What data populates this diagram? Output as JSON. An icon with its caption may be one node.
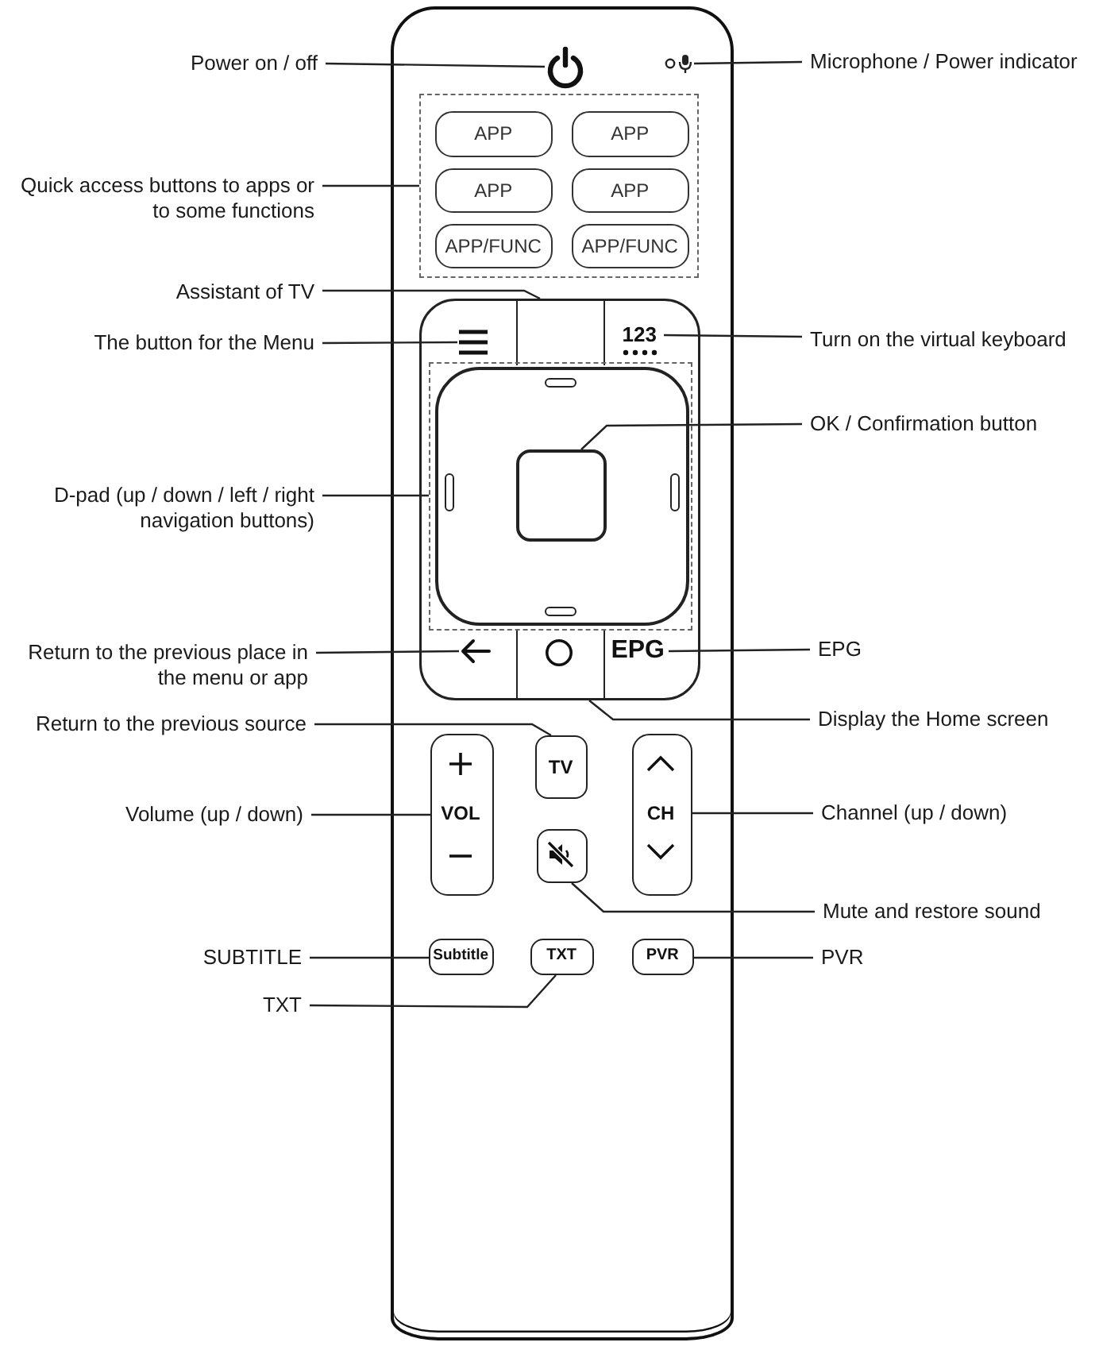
{
  "diagram": {
    "nodes": [
      {
        "text": [],
        "shape": "box"
      },
      {
        "text": [
          "Power on / off"
        ]
      },
      {
        "text": [],
        "shape": "picture",
        "in": 0
      },
      {
        "text": [],
        "shape": "picture",
        "in": 0
      },
      {
        "text": [
          "Microphone / Power indicator"
        ]
      },
      {
        "text": [
          "Quick access buttons to apps or to some functions"
        ]
      },
      {
        "text": [],
        "shape": "box",
        "in": 0
      },
      {
        "text": [
          "APP"
        ],
        "in": 6
      },
      {
        "text": [
          "APP"
        ],
        "in": 6
      },
      {
        "text": [
          "APP"
        ],
        "in": 6
      },
      {
        "text": [
          "APP"
        ],
        "in": 6
      },
      {
        "text": [
          "APP/FUNC"
        ],
        "in": 6
      },
      {
        "text": [
          "APP/FUNC"
        ],
        "in": 6
      },
      {
        "text": [
          "Assistant of TV"
        ]
      },
      {
        "text": [
          "The button for the Menu"
        ]
      },
      {
        "text": [],
        "shape": "picture",
        "in": 0
      },
      {
        "text": [],
        "shape": "box",
        "in": 0
      },
      {
        "text": [
          "123"
        ],
        "in": 0
      },
      {
        "text": [
          "Turn on the virtual keyboard"
        ]
      },
      {
        "text": [
          "OK / Confirmation button"
        ]
      },
      {
        "text": [
          "D-pad (up / down / left / right navigation buttons)"
        ]
      },
      {
        "text": [],
        "shape": "box",
        "in": 0
      },
      {
        "text": [],
        "shape": "box",
        "in": 21
      },
      {
        "text": [],
        "shape": "box",
        "in": 22
      },
      {
        "text": [
          "Return to the previous place in the menu or app"
        ]
      },
      {
        "text": [],
        "shape": "picture",
        "in": 0
      },
      {
        "text": [],
        "shape": "box",
        "in": 0
      },
      {
        "text": [
          "EPG"
        ],
        "in": 0
      },
      {
        "text": [
          "EPG"
        ]
      },
      {
        "text": [
          "Display the Home screen"
        ]
      },
      {
        "text": [
          "Return to the previous source"
        ]
      },
      {
        "text": [
          "TV"
        ],
        "in": 0
      },
      {
        "text": [
          "Volume (up / down)"
        ]
      },
      {
        "text": [
          "VOL"
        ],
        "in": 0
      },
      {
        "text": [
          "CH"
        ],
        "in": 0
      },
      {
        "text": [
          "Channel (up / down)"
        ]
      },
      {
        "text": [],
        "shape": "box",
        "in": 0
      },
      {
        "text": [
          "Mute and restore sound"
        ]
      },
      {
        "text": [
          "SUBTITLE"
        ]
      },
      {
        "text": [
          "Subtitle"
        ],
        "in": 0
      },
      {
        "text": [
          "TXT"
        ],
        "in": 0
      },
      {
        "text": [
          "PVR"
        ],
        "in": 0
      },
      {
        "text": [
          "PVR"
        ]
      },
      {
        "text": [
          "TXT"
        ]
      }
    ],
    "edges": [
      {
        "from": 1,
        "to": 2,
        "arrow": "none"
      },
      {
        "from": 4,
        "to": 3,
        "arrow": "none"
      },
      {
        "from": 5,
        "to": 6,
        "arrow": "none"
      },
      {
        "from": 13,
        "to": 16,
        "arrow": "none"
      },
      {
        "from": 14,
        "to": 15,
        "arrow": "none"
      },
      {
        "from": 18,
        "to": 17,
        "arrow": "none"
      },
      {
        "from": 19,
        "to": 23,
        "arrow": "none"
      },
      {
        "from": 20,
        "to": 21,
        "arrow": "none"
      },
      {
        "from": 24,
        "to": 25,
        "arrow": "none"
      },
      {
        "from": 28,
        "to": 27,
        "arrow": "none"
      },
      {
        "from": 29,
        "to": 26,
        "arrow": "none"
      },
      {
        "from": 30,
        "to": 31,
        "arrow": "none"
      },
      {
        "from": 32,
        "to": 33,
        "arrow": "none"
      },
      {
        "from": 35,
        "to": 34,
        "arrow": "none"
      },
      {
        "from": 37,
        "to": 36,
        "arrow": "none"
      },
      {
        "from": 38,
        "to": 39,
        "arrow": "none"
      },
      {
        "from": 42,
        "to": 41,
        "arrow": "none"
      },
      {
        "from": 43,
        "to": 40,
        "arrow": "none"
      }
    ]
  }
}
